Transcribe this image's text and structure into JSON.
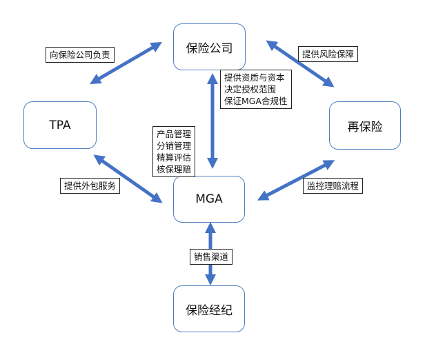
{
  "nodes": {
    "insurer": "保险公司",
    "tpa": "TPA",
    "reinsurance": "再保险",
    "mga": "MGA",
    "broker": "保险经纪"
  },
  "labels": {
    "insurer_tpa": "向保险公司负责",
    "insurer_reinsurance": "提供风险保障",
    "insurer_mga": [
      "提供资质与资本",
      "决定授权范围",
      "保证MGA合规性"
    ],
    "mga_insurer": [
      "产品管理",
      "分销管理",
      "精算评估",
      "核保理赔"
    ],
    "tpa_mga": "提供外包服务",
    "mga_reinsurance": "监控理赔流程",
    "mga_broker": "销售渠道"
  },
  "colors": {
    "arrow": "#4472c4",
    "node_border": "#4f7fc1"
  }
}
